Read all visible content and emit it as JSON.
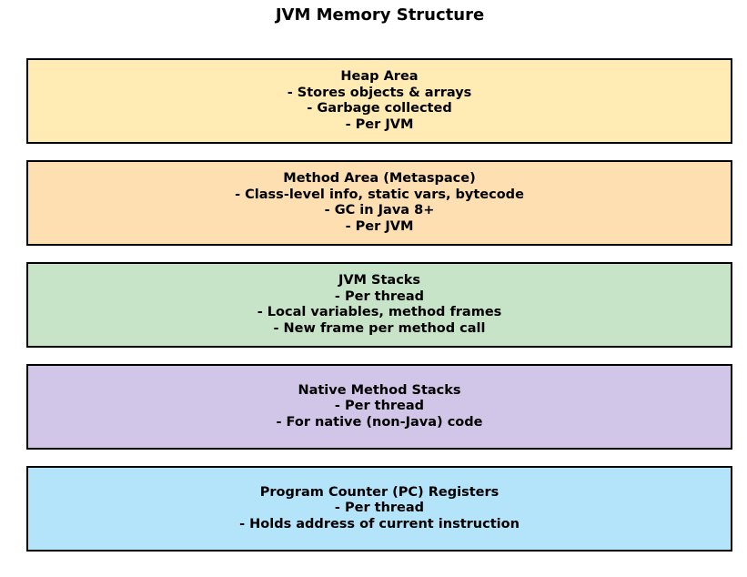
{
  "title": "JVM Memory Structure",
  "blocks": [
    {
      "id": "heap-area",
      "color": "#FFEBB3",
      "lines": [
        "Heap Area",
        "- Stores objects & arrays",
        "- Garbage collected",
        "- Per JVM"
      ]
    },
    {
      "id": "method-area",
      "color": "#FDDFB1",
      "lines": [
        "Method Area (Metaspace)",
        "- Class-level info, static vars, bytecode",
        "- GC in Java 8+",
        "- Per JVM"
      ]
    },
    {
      "id": "jvm-stacks",
      "color": "#C8E4C8",
      "lines": [
        "JVM Stacks",
        "- Per thread",
        "- Local variables, method frames",
        "- New frame per method call"
      ]
    },
    {
      "id": "native-method-stacks",
      "color": "#D1C5E8",
      "lines": [
        "Native Method Stacks",
        "- Per thread",
        "- For native (non-Java) code"
      ]
    },
    {
      "id": "pc-registers",
      "color": "#B3E4FA",
      "lines": [
        "Program Counter (PC) Registers",
        "- Per thread",
        "- Holds address of current instruction"
      ]
    }
  ]
}
